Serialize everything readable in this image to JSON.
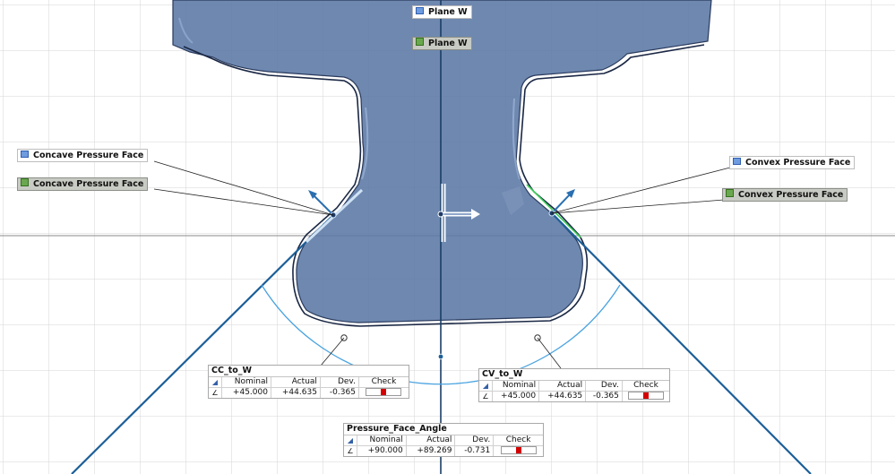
{
  "labels": {
    "plane_w_1": "Plane W",
    "plane_w_2": "Plane W",
    "concave_1": "Concave Pressure Face",
    "concave_2": "Concave Pressure Face",
    "convex_1": "Convex Pressure Face",
    "convex_2": "Convex Pressure Face"
  },
  "dimensions": {
    "cc_to_w": {
      "title": "CC_to_W",
      "headers": [
        "Nominal",
        "Actual",
        "Dev.",
        "Check"
      ],
      "nominal": "+45.000",
      "actual": "+44.635",
      "dev": "-0.365"
    },
    "cv_to_w": {
      "title": "CV_to_W",
      "headers": [
        "Nominal",
        "Actual",
        "Dev.",
        "Check"
      ],
      "nominal": "+45.000",
      "actual": "+44.635",
      "dev": "-0.365"
    },
    "pressure_face_angle": {
      "title": "Pressure_Face_Angle",
      "headers": [
        "Nominal",
        "Actual",
        "Dev.",
        "Check"
      ],
      "nominal": "+90.000",
      "actual": "+89.269",
      "dev": "-0.731"
    }
  },
  "colors": {
    "part_fill": "#5d7aa6",
    "part_edge": "#1f2e4d",
    "construction_line": "#1c5f99",
    "arc": "#4aa3e0",
    "grid": "#d6d6d6",
    "check_fail": "#d40000"
  }
}
